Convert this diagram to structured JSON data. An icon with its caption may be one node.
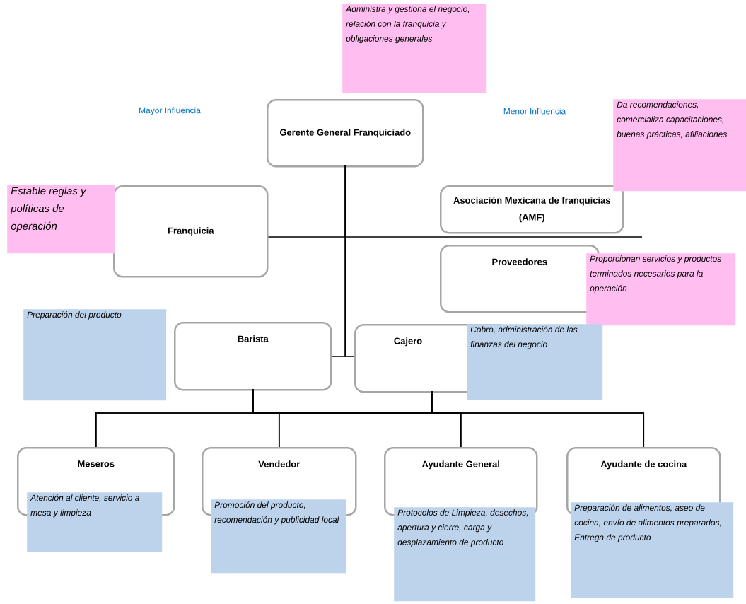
{
  "diagram": {
    "nodes": [
      {
        "text": [
          "Administra y gestiona el negocio, relación con la franquicia y obligaciones generales"
        ]
      },
      {
        "text": [
          "Gerente General Franquiciado"
        ]
      },
      {
        "text": [
          "Da recomendaciones, comercializa capacitaciones, buenas prácticas, afiliaciones"
        ]
      },
      {
        "text": [
          "Asociación Mexicana de franquicias (AMF)"
        ]
      },
      {
        "text": [
          "Estable reglas y políticas de operación"
        ]
      },
      {
        "text": [
          "Franquicia"
        ]
      },
      {
        "text": [
          "Proveedores"
        ]
      },
      {
        "text": [
          "Proporcionan servicios y productos terminados necesarios para la operación"
        ]
      },
      {
        "text": [
          "Preparación del producto"
        ]
      },
      {
        "text": [
          "Barista"
        ]
      },
      {
        "text": [
          "Cajero"
        ]
      },
      {
        "text": [
          "Cobro, administración de las finanzas del negocio"
        ]
      },
      {
        "text": [
          "Meseros"
        ]
      },
      {
        "text": [
          "Vendedor"
        ]
      },
      {
        "text": [
          "Ayudante General"
        ]
      },
      {
        "text": [
          "Ayudante de cocina"
        ]
      },
      {
        "text": [
          "Atención al cliente, servicio a mesa y limpieza"
        ]
      },
      {
        "text": [
          "Promoción del producto, recomendación y publicidad local"
        ]
      },
      {
        "text": [
          "Protocolos de Limpieza, desechos, apertura y cierre, carga y desplazamiento de producto"
        ]
      },
      {
        "text": [
          "Preparación de alimentos, aseo de cocina, envío de alimentos preparados, Entrega de producto"
        ]
      }
    ],
    "edges": [
      {
        "from": 5,
        "to": 1,
        "arrow": "none"
      },
      {
        "from": 1,
        "to": 9,
        "arrow": "none"
      },
      {
        "from": 1,
        "to": 10,
        "arrow": "none"
      },
      {
        "from": 9,
        "to": 12,
        "arrow": "none"
      },
      {
        "from": 9,
        "to": 13,
        "arrow": "none"
      },
      {
        "from": 9,
        "to": 14,
        "arrow": "none"
      },
      {
        "from": 9,
        "to": 15,
        "arrow": "none"
      },
      {
        "from": 10,
        "to": 12,
        "arrow": "none"
      },
      {
        "from": 10,
        "to": 13,
        "arrow": "none"
      },
      {
        "from": 10,
        "to": 14,
        "arrow": "none"
      },
      {
        "from": 10,
        "to": 15,
        "arrow": "none"
      }
    ],
    "labels": [
      "Mayor Influencia",
      "Menor Influencia"
    ]
  }
}
